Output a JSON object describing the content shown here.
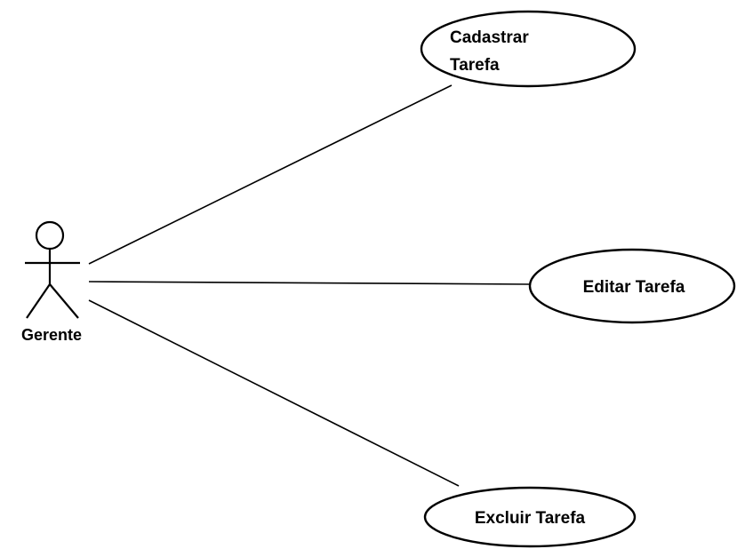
{
  "diagram": {
    "type": "use-case",
    "actor": {
      "label": "Gerente",
      "icon": "stick-figure-icon"
    },
    "use_cases": [
      {
        "id": "cadastrar",
        "line1": "Cadastrar",
        "line2": "Tarefa"
      },
      {
        "id": "editar",
        "label": "Editar Tarefa"
      },
      {
        "id": "excluir",
        "label": "Excluir Tarefa"
      }
    ],
    "associations": [
      {
        "from": "Gerente",
        "to": "cadastrar"
      },
      {
        "from": "Gerente",
        "to": "editar"
      },
      {
        "from": "Gerente",
        "to": "excluir"
      }
    ],
    "colors": {
      "stroke": "#000000",
      "background": "#ffffff"
    }
  }
}
